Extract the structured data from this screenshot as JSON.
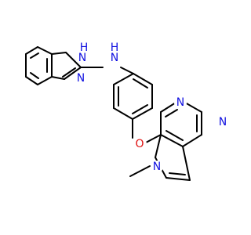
{
  "molecule": {
    "atom_labels": {
      "nh_benzimidazole": "H",
      "nh_benzimidazole_n": "N",
      "n_benzimidazole": "N",
      "nh_amine": "H",
      "nh_amine_n": "N",
      "o_ether": "O",
      "n_pyrimidine_upper": "N",
      "n_pyrimidine_right": "N",
      "n_pyrrole": "N"
    },
    "colors": {
      "bond": "#000000",
      "nitrogen": "#1010e0",
      "oxygen": "#e01010",
      "background": "#ffffff"
    }
  }
}
